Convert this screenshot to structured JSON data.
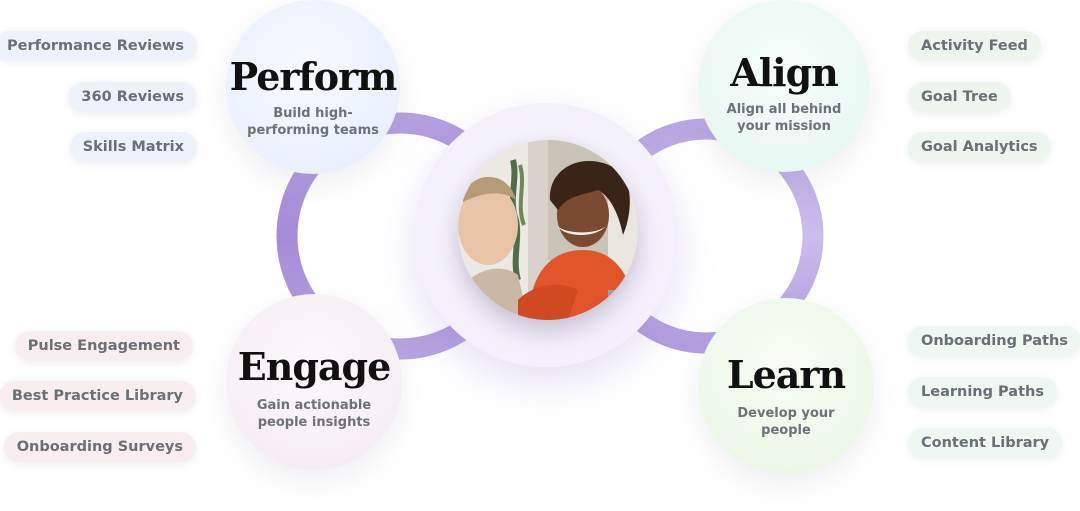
{
  "hubs": {
    "perform": {
      "title": "Perform",
      "subtitle_line1": "Build high-",
      "subtitle_line2": "performing teams"
    },
    "align": {
      "title": "Align",
      "subtitle_line1": "Align all behind",
      "subtitle_line2": "your mission"
    },
    "engage": {
      "title": "Engage",
      "subtitle_line1": "Gain actionable",
      "subtitle_line2": "people insights"
    },
    "learn": {
      "title": "Learn",
      "subtitle_line1": "Develop your",
      "subtitle_line2": "people"
    }
  },
  "features": {
    "perform": [
      "Performance Reviews",
      "360 Reviews",
      "Skills Matrix"
    ],
    "align": [
      "Activity Feed",
      "Goal Tree",
      "Goal Analytics"
    ],
    "engage": [
      "Pulse Engagement",
      "Best Practice Library",
      "Onboarding Surveys"
    ],
    "learn": [
      "Onboarding Paths",
      "Learning Paths",
      "Content Library"
    ]
  },
  "colors": {
    "ring": "#a792d6",
    "ring_light": "#c9b9ea",
    "title_text": "#111111",
    "pill_text": "#6b6f76"
  },
  "icons": {
    "center": "team-photo"
  }
}
